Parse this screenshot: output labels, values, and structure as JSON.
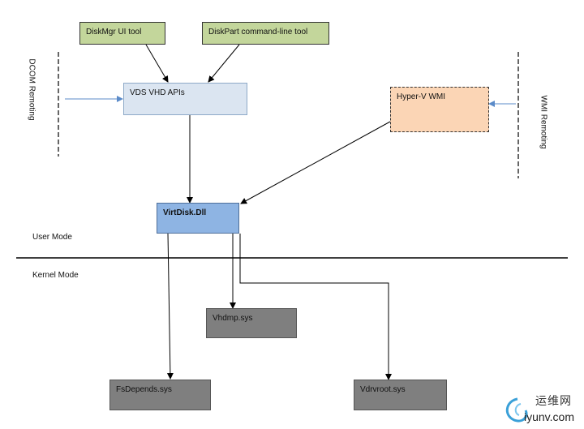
{
  "nodes": {
    "diskmgr": "DiskMgr UI tool",
    "diskpart": "DiskPart command-line tool",
    "vds": "VDS VHD APIs",
    "hyperv": "Hyper-V WMI",
    "virtdisk": "VirtDisk.Dll",
    "vhdmp": "Vhdmp.sys",
    "fsdepends": "FsDepends.sys",
    "vdrvroot": "Vdrvroot.sys"
  },
  "labels": {
    "dcom": "DCOM Remoting",
    "wmi": "WMI Remoting",
    "user_mode": "User Mode",
    "kernel_mode": "Kernel Mode"
  },
  "watermark": {
    "text_cn": "运维网",
    "text_url": "iyunv.com"
  }
}
